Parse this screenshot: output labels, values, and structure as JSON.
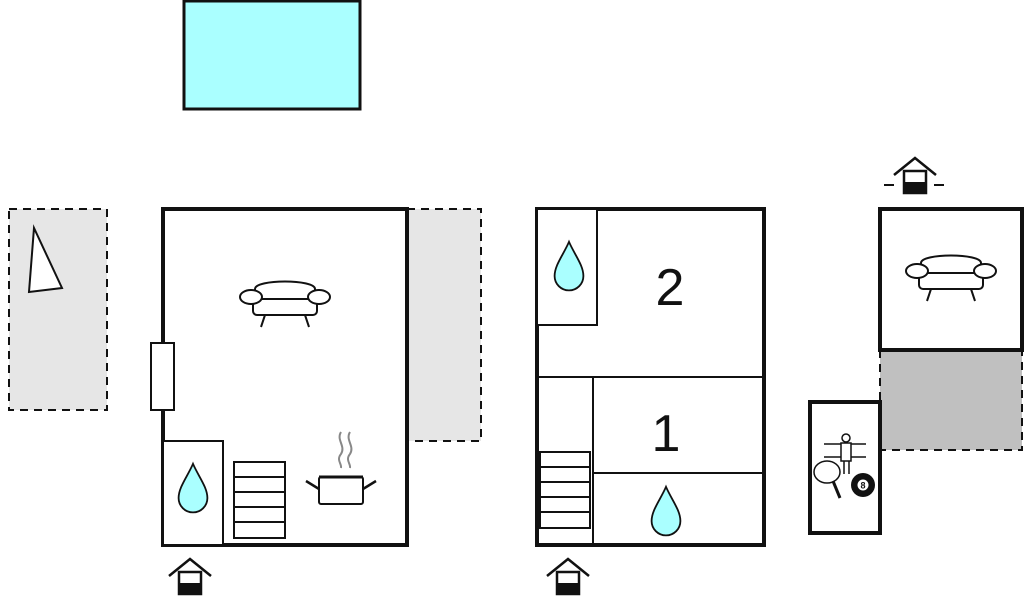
{
  "floorplan": {
    "rooms": {
      "bedroom_2_label": "2",
      "bedroom_1_label": "1"
    },
    "icons": {
      "pool": "pool-icon",
      "sofa": "sofa-icon",
      "cooking": "cooking-pot-icon",
      "bathroom": "water-drop-icon",
      "stairs": "stairs-icon",
      "entrance": "entrance-house-icon",
      "sail": "sail-icon",
      "games": "games-icon"
    },
    "billiard_ball_label": "8",
    "colors": {
      "pool": "#aaffff",
      "water_drop": "#aaffff",
      "terrace": "#e6e6e6",
      "carport": "#c0c0c0",
      "walls": "#111111"
    }
  }
}
